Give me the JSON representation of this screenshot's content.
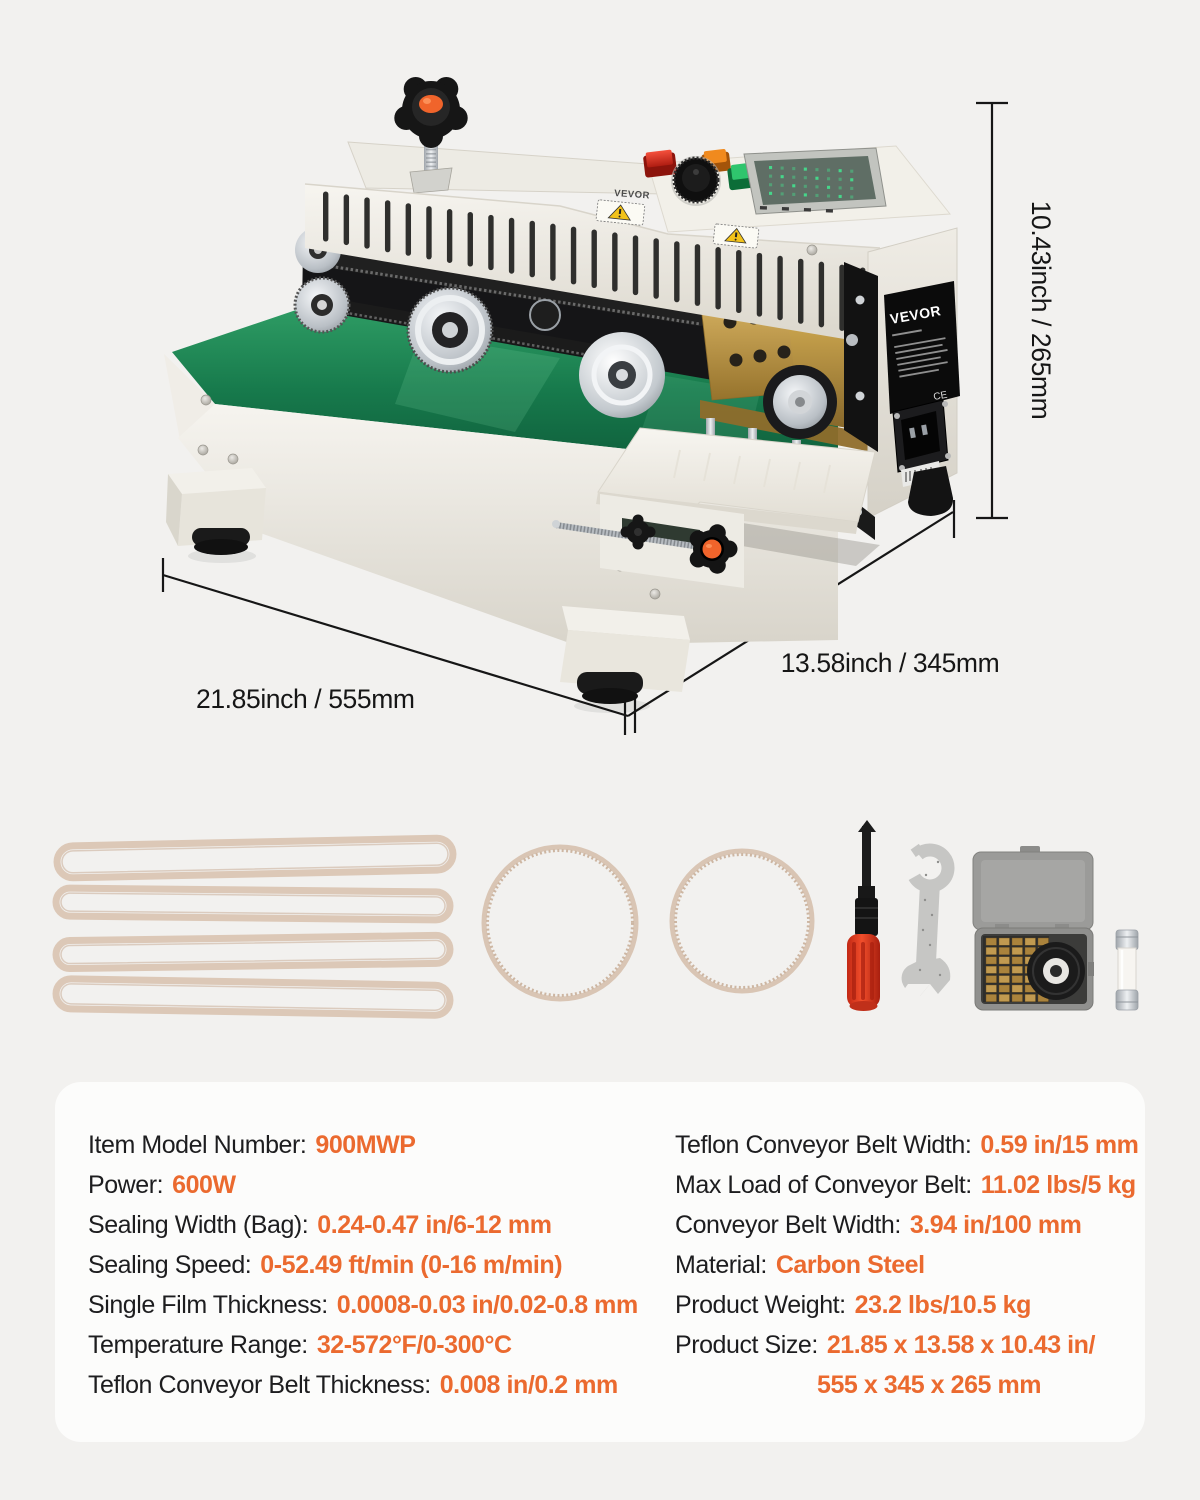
{
  "page": {
    "background": "#f2f1ef",
    "panel_background": "#fcfcfb",
    "accent_color": "#eb6a2f",
    "text_color": "#1d1d1f",
    "dimension_line_color": "#161616"
  },
  "product": {
    "brand": "VEVOR",
    "type": "continuous-band-sealer-machine",
    "dimensions": {
      "height": "10.43inch / 265mm",
      "width": "21.85inch / 555mm",
      "depth": "13.58inch / 345mm"
    },
    "colors": {
      "body": "#f0ede7",
      "conveyor_belt": "#1e7a4a",
      "sealing_blocks": "#b8903f"
    }
  },
  "accessories": {
    "items": [
      "teflon-belt",
      "teflon-belt",
      "teflon-belt",
      "teflon-belt",
      "toothed-drive-belt",
      "toothed-drive-belt",
      "screwdriver",
      "spanner-wrench",
      "letter-stamp-kit-box",
      "fuse"
    ]
  },
  "specs": {
    "left": [
      {
        "label": "Item Model Number:",
        "value": "900MWP"
      },
      {
        "label": "Power:",
        "value": "600W"
      },
      {
        "label": "Sealing Width (Bag):",
        "value": "0.24-0.47 in/6-12 mm"
      },
      {
        "label": "Sealing Speed:",
        "value": "0-52.49 ft/min (0-16 m/min)"
      },
      {
        "label": "Single Film Thickness:",
        "value": "0.0008-0.03 in/0.02-0.8 mm"
      },
      {
        "label": "Temperature Range:",
        "value": "32-572°F/0-300°C"
      },
      {
        "label": "Teflon Conveyor Belt Thickness:",
        "value": "0.008 in/0.2 mm"
      }
    ],
    "right": [
      {
        "label": "Teflon Conveyor Belt Width:",
        "value": "0.59 in/15 mm"
      },
      {
        "label": "Max Load of Conveyor Belt:",
        "value": "11.02 lbs/5 kg"
      },
      {
        "label": "Conveyor Belt Width:",
        "value": "3.94 in/100 mm"
      },
      {
        "label": "Material:",
        "value": "Carbon Steel"
      },
      {
        "label": "Product Weight:",
        "value": "23.2 lbs/10.5 kg"
      },
      {
        "label": "Product Size:",
        "value": "21.85 x 13.58 x 10.43 in/"
      },
      {
        "label": "",
        "value": "555 x 345 x 265 mm"
      }
    ]
  }
}
